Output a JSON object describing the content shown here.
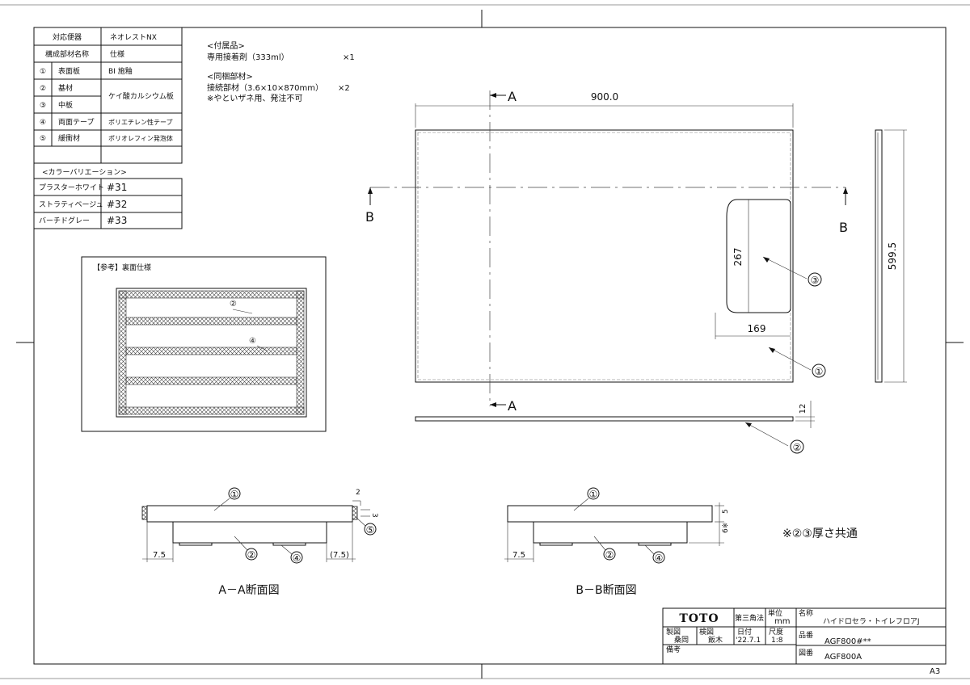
{
  "spec_table": {
    "row1": {
      "label": "対応便器",
      "value": "ネオレストNX"
    },
    "header": {
      "label": "構成部材名称",
      "value": "仕様"
    },
    "rows": [
      {
        "num": "①",
        "name": "表面板",
        "spec": "BI  施釉"
      },
      {
        "num": "②",
        "name": "基材",
        "spec": ""
      },
      {
        "num": "③",
        "name": "中板",
        "spec": ""
      },
      {
        "num": "④",
        "name": "両面テープ",
        "spec": "ポリエチレン性テープ"
      },
      {
        "num": "⑤",
        "name": "緩衝材",
        "spec": "ポリオレフィン発泡体"
      }
    ],
    "merged_spec": "ケイ酸カルシウム板"
  },
  "color_variation": {
    "title": "<カラーバリエーション>",
    "items": [
      {
        "name": "プラスターホワイト",
        "code": "#31"
      },
      {
        "name": "ストラティベージュ",
        "code": "#32"
      },
      {
        "name": "バーチドグレー",
        "code": "#33"
      }
    ]
  },
  "notes": {
    "accessory_title": "<付属品>",
    "accessory_item": "専用接着剤（333ml）",
    "accessory_qty": "×1",
    "bundled_title": "<同梱部材>",
    "bundled_item": "接続部材（3.6×10×870mm）",
    "bundled_qty": "×2",
    "bundled_note": "※やといザネ用、発注不可"
  },
  "reference": {
    "title": "【参考】裏面仕様",
    "label2": "②",
    "label4": "④"
  },
  "main_view": {
    "width_dim": "900.0",
    "height_dim": "599.5",
    "cutout_h": "267",
    "cutout_w": "169",
    "thickness": "12",
    "sec_a": "A",
    "sec_b": "B",
    "c1": "①",
    "c2": "②",
    "c3": "③"
  },
  "section_aa": {
    "title": "A－A断面図",
    "c1": "①",
    "c2": "②",
    "c4": "④",
    "c5": "⑤",
    "d_left": "7.5",
    "d_right": "(7.5)",
    "d_top": "2",
    "d_side": "3"
  },
  "section_bb": {
    "title": "B－B断面図",
    "c1": "①",
    "c2": "②",
    "c4": "④",
    "d_left": "7.5",
    "d_5": "5",
    "d_6": "6※"
  },
  "common_note": "※②③厚さ共通",
  "title_block": {
    "logo": "TOTO",
    "angle": "第三角法",
    "unit_label": "単位",
    "unit": "mm",
    "name_label": "名称",
    "name": "ハイドロセラ・トイレフロアJ",
    "drawn_label": "製図",
    "drawn": "桑岡",
    "checked_label": "検図",
    "checked": "飯木",
    "date_label": "日付",
    "date": "'22.7.1",
    "scale_label": "尺度",
    "scale": "1:8",
    "part_label": "品番",
    "part": "AGF800#**",
    "drawing_no_label": "図番",
    "drawing_no": "AGF800A",
    "remarks_label": "備考"
  },
  "sheet_size": "A3"
}
